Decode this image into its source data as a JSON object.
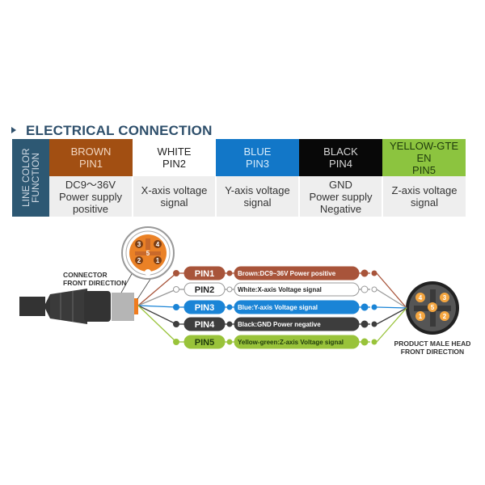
{
  "title": "ELECTRICAL CONNECTION",
  "table": {
    "side_label": "LINE COLOR FUNCTION",
    "columns": [
      {
        "color_name": "BROWN",
        "pin": "PIN1",
        "function_lines": [
          "DC9～36V",
          "Power supply",
          "positive"
        ],
        "color": "#a24f12"
      },
      {
        "color_name": "WHITE",
        "pin": "PIN2",
        "function_lines": [
          "X-axis voltage",
          "signal"
        ],
        "color": "#ffffff"
      },
      {
        "color_name": "BLUE",
        "pin": "PIN3",
        "function_lines": [
          "Y-axis voltage",
          "signal"
        ],
        "color": "#1277c8"
      },
      {
        "color_name": "BLACK",
        "pin": "PIN4",
        "function_lines": [
          "GND",
          "Power supply",
          "Negative"
        ],
        "color": "#080808"
      },
      {
        "color_name": "YELLOW-GTE EN",
        "color_name_lines": [
          "YELLOW-GTE",
          "EN"
        ],
        "pin": "PIN5",
        "function_lines": [
          "Z-axis voltage",
          "signal"
        ],
        "color": "#8cc43f"
      }
    ]
  },
  "diagram": {
    "connector_label": [
      "CONNECTOR",
      "FRONT DIRECTION"
    ],
    "male_head_label": [
      "PRODUCT MALE HEAD",
      "FRONT DIRECTION"
    ],
    "connector_face_pins": [
      "3",
      "4",
      "5",
      "2",
      "1"
    ],
    "male_face_pins": [
      "4",
      "3",
      "5",
      "1",
      "2"
    ],
    "wires": [
      {
        "pin": "PIN1",
        "desc": "Brown:DC9~36V Power positive",
        "color": "#a8543a"
      },
      {
        "pin": "PIN2",
        "desc": "White:X-axis Voltage signal",
        "color": "#ffffff"
      },
      {
        "pin": "PIN3",
        "desc": "Blue:Y-axis Voltage signal",
        "color": "#1a84d6"
      },
      {
        "pin": "PIN4",
        "desc": "Black:GND Power negative",
        "color": "#3d3d3d"
      },
      {
        "pin": "PIN5",
        "desc": "Yellow-green:Z-axis Voltage signal",
        "color": "#99c33a"
      }
    ]
  }
}
